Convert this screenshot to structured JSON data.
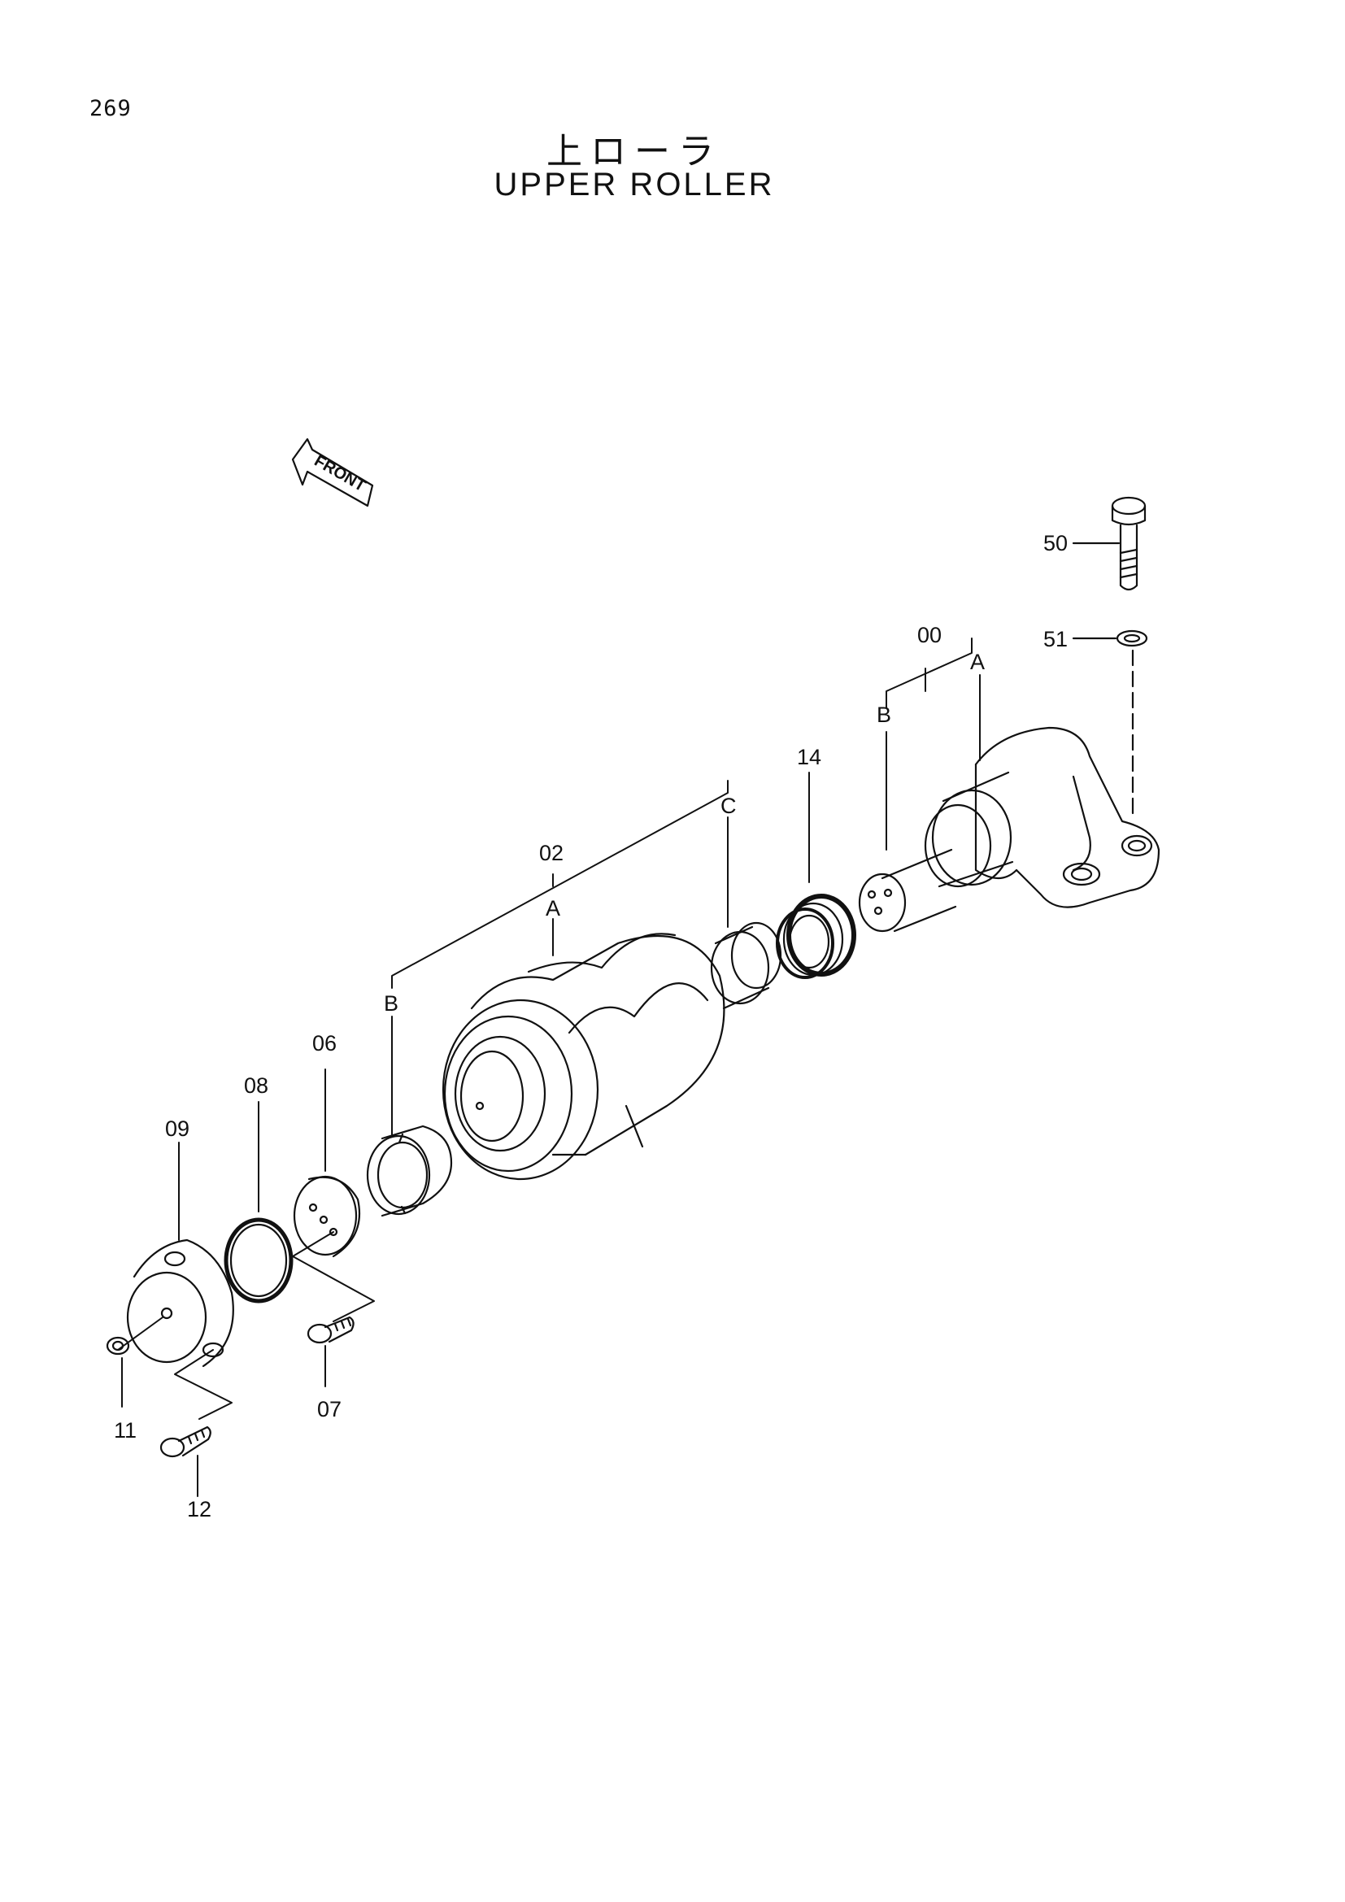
{
  "page_number": "269",
  "title_jp": "上ローラ",
  "title_en": "UPPER ROLLER",
  "front_marker": "FRONT",
  "callouts": {
    "c00": "00",
    "c00A": "A",
    "c00B": "B",
    "c02": "02",
    "c02A": "A",
    "c02B": "B",
    "c02C": "C",
    "c06": "06",
    "c07": "07",
    "c08": "08",
    "c09": "09",
    "c11": "11",
    "c12": "12",
    "c14": "14",
    "c50": "50",
    "c51": "51"
  }
}
